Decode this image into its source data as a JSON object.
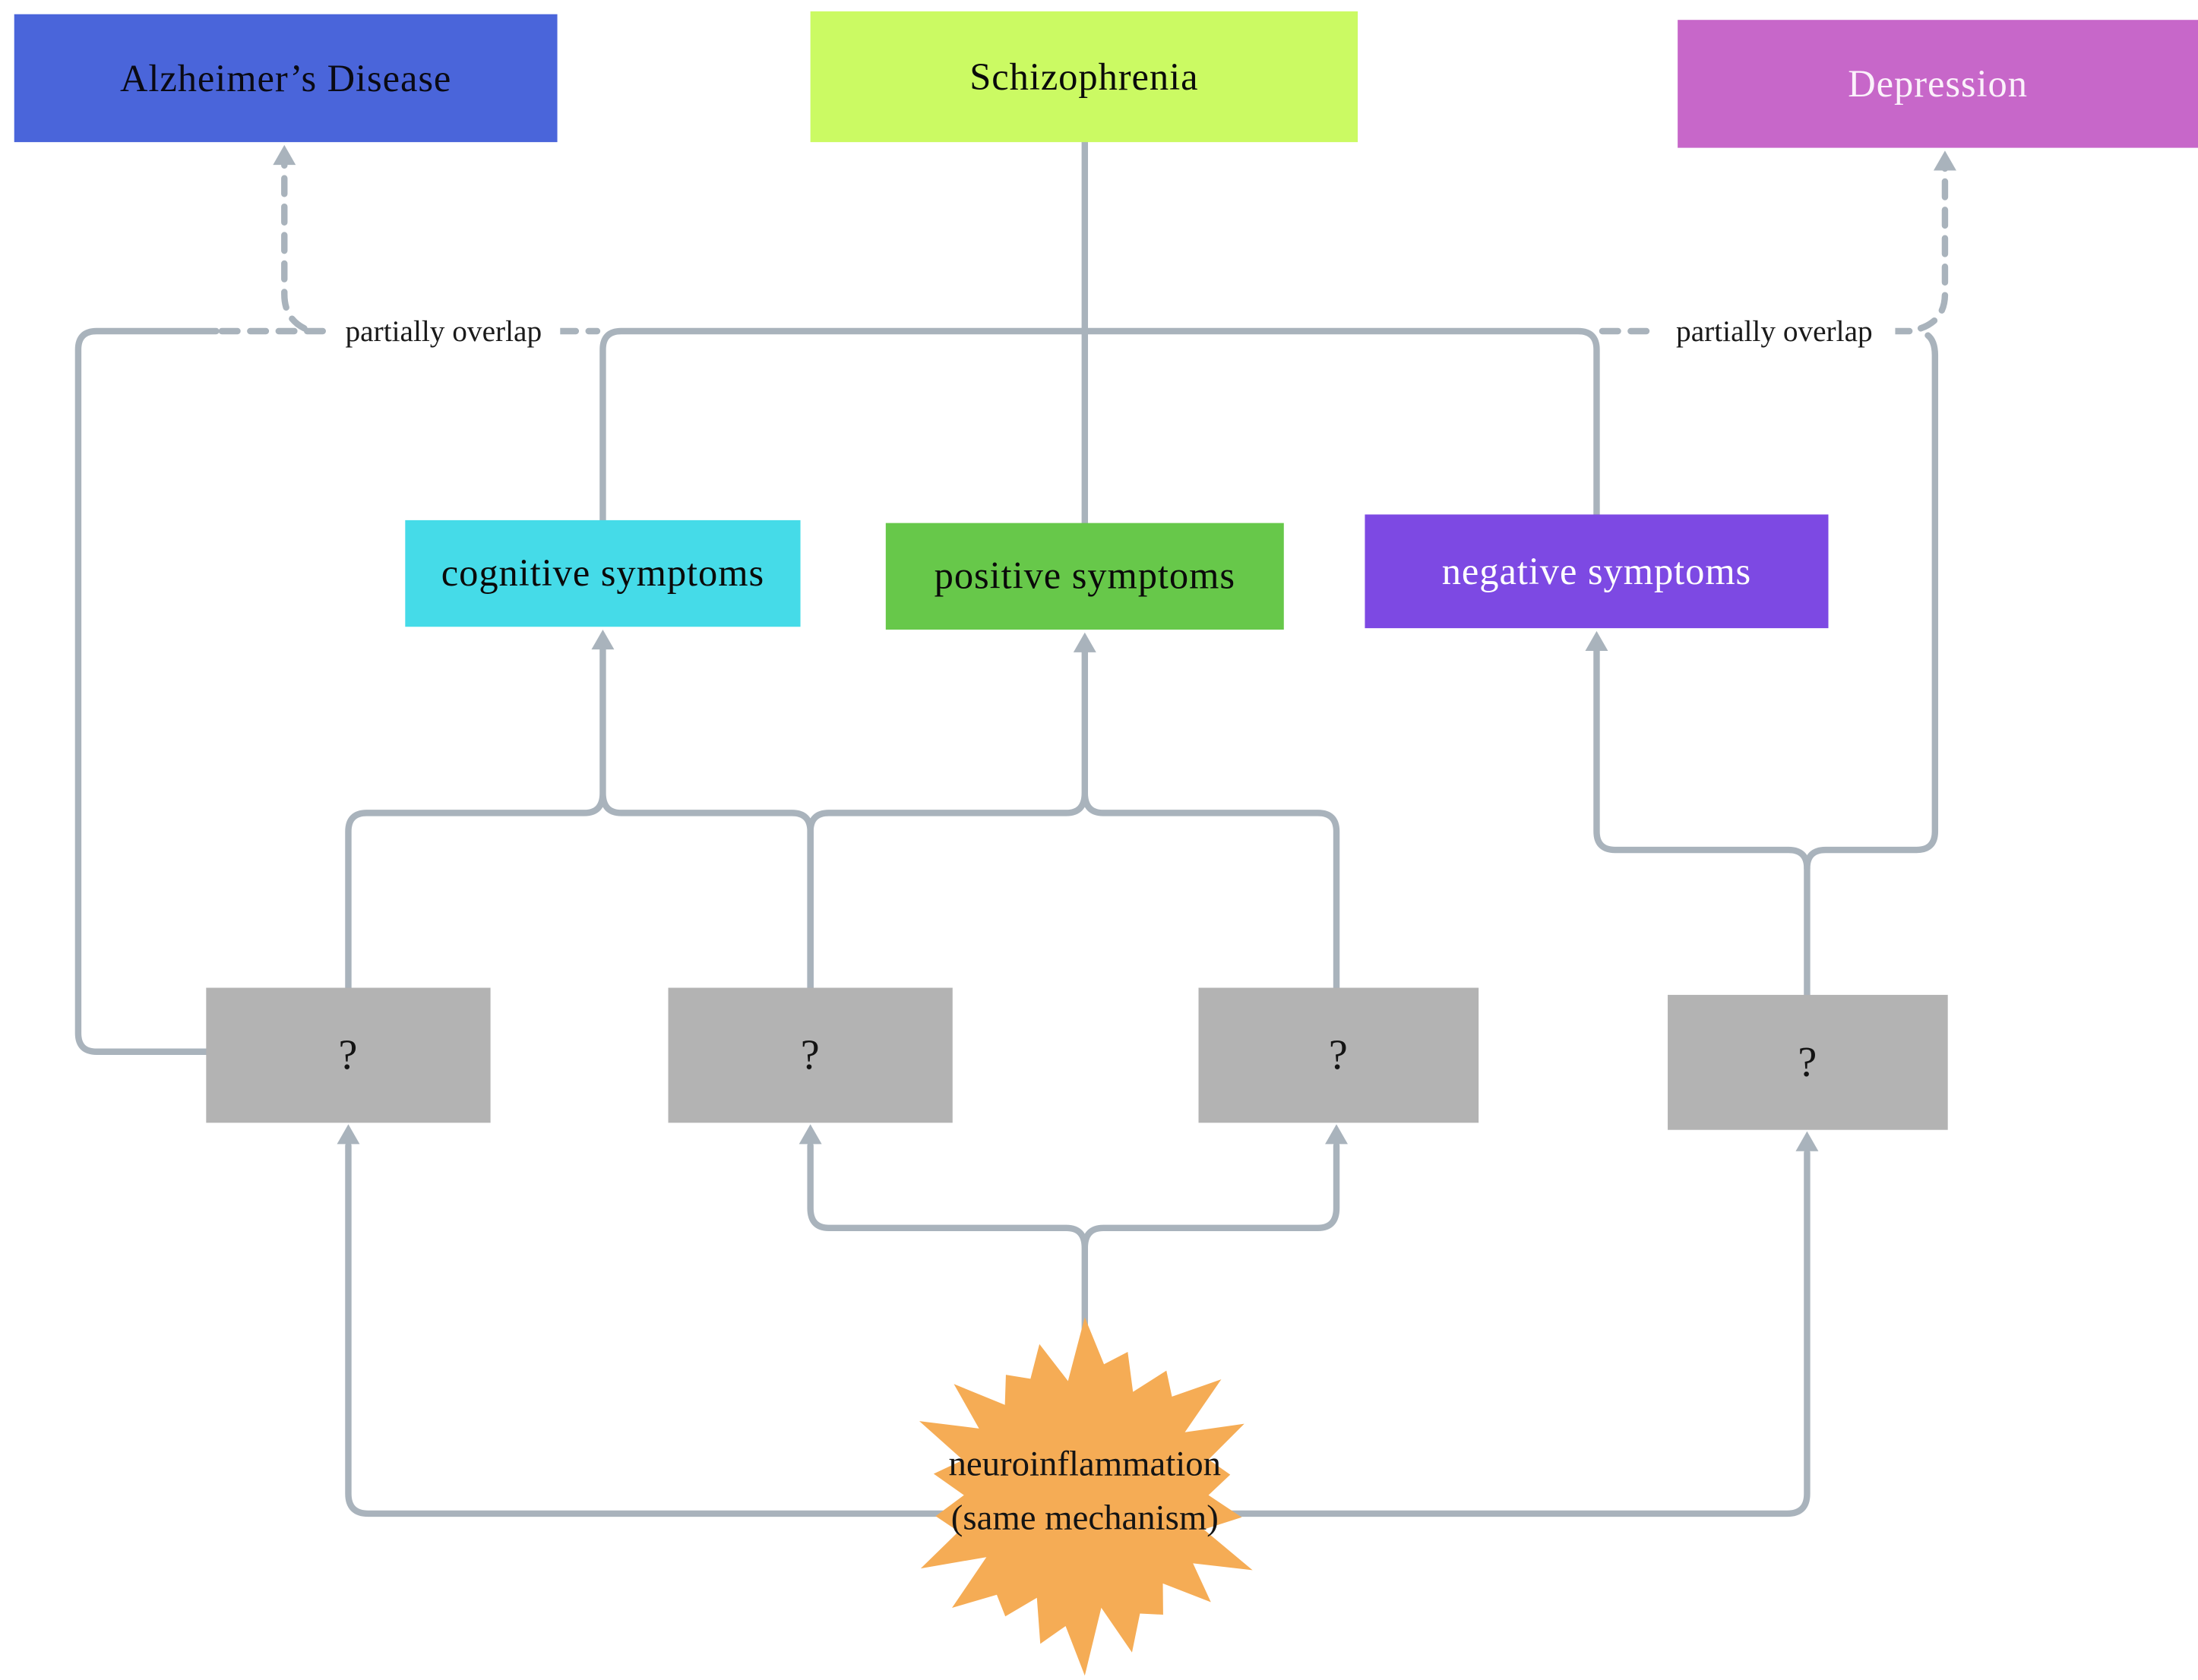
{
  "diagram": {
    "background": "#FFFFFF",
    "connector_color": "#A9B3BC",
    "diseases": {
      "alzheimers": {
        "label": "Alzheimer’s Disease",
        "bg": "#4A65DA",
        "fg": "#0A0A14"
      },
      "schizophrenia": {
        "label": "Schizophrenia",
        "bg": "#CBFA63",
        "fg": "#0A0A0A"
      },
      "depression": {
        "label": "Depression",
        "bg": "#C767C9",
        "fg": "#FBF1FB"
      }
    },
    "symptoms": {
      "cognitive": {
        "label": "cognitive symptoms",
        "bg": "#45DBE8",
        "fg": "#0A0A0A"
      },
      "positive": {
        "label": "positive symptoms",
        "bg": "#67C84A",
        "fg": "#0A0A0A"
      },
      "negative": {
        "label": "negative symptoms",
        "bg": "#7D49E3",
        "fg": "#FFFFFF"
      }
    },
    "unknown_box": {
      "label": "?",
      "bg": "#B3B3B3",
      "fg": "#141414"
    },
    "mechanism": {
      "line1": "neuroinflammation",
      "line2": "(same mechanism)",
      "bg": "#F5AC55",
      "fg": "#141414"
    },
    "annotations": {
      "overlap_left": "partially overlap",
      "overlap_right": "partially overlap"
    }
  }
}
